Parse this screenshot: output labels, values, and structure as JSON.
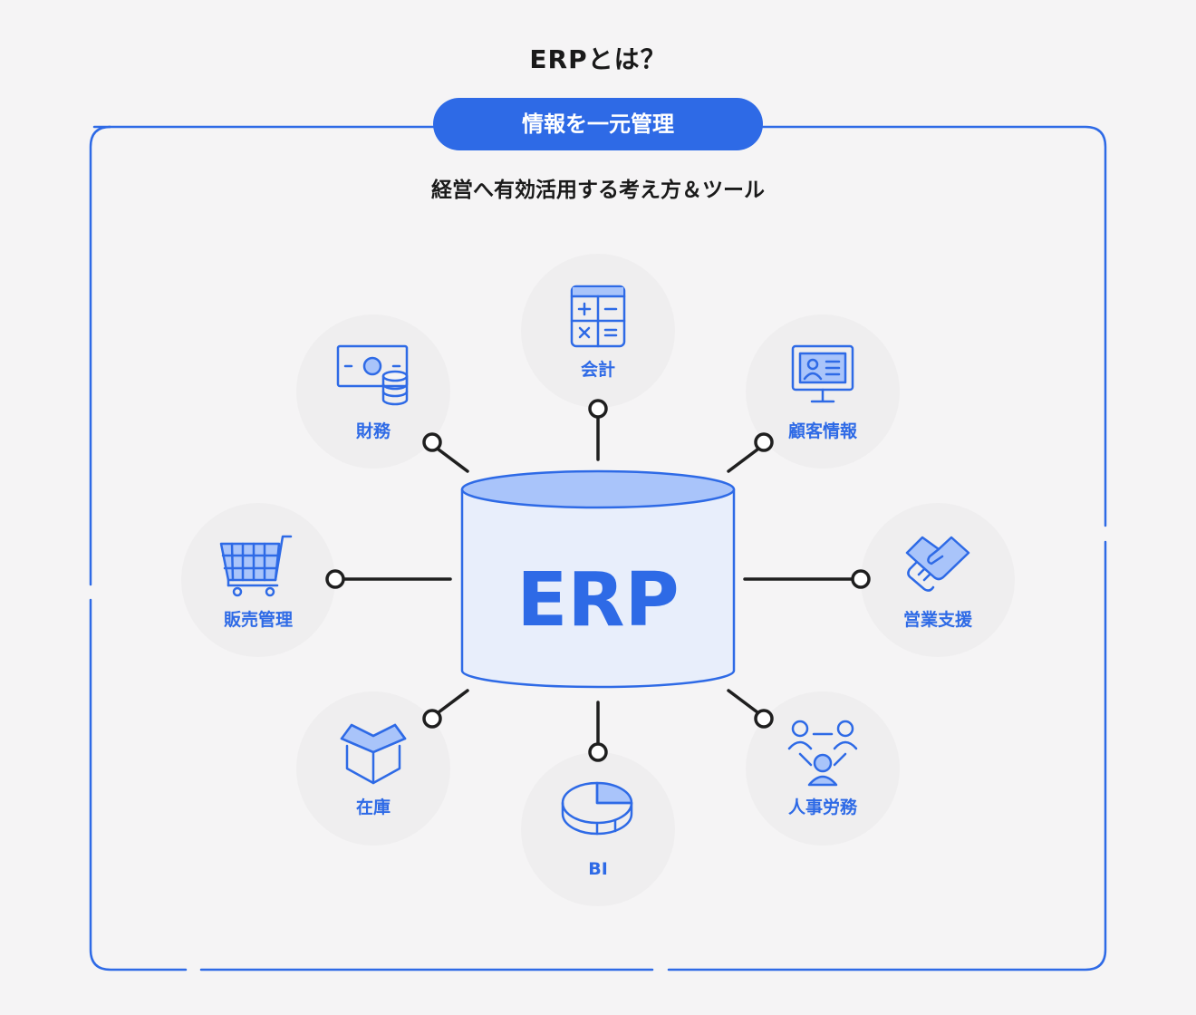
{
  "title": "ERPとは？",
  "badge": "情報を一元管理",
  "subtitle": "経営へ有効活用する考え方＆ツール",
  "center": {
    "label": "ERP"
  },
  "colors": {
    "accent": "#2e6ae6",
    "accent_light": "#a9c4fa",
    "cylinder_fill": "#e8eefb",
    "circle_bg": "#efeeef",
    "connector": "#1f1f1f"
  },
  "nodes": [
    {
      "id": "kaikei",
      "label": "会計",
      "icon": "calculator-icon"
    },
    {
      "id": "zaimu",
      "label": "財務",
      "icon": "money-coins-icon"
    },
    {
      "id": "kokyaku",
      "label": "顧客情報",
      "icon": "monitor-profile-icon"
    },
    {
      "id": "hanbai",
      "label": "販売管理",
      "icon": "shopping-cart-icon"
    },
    {
      "id": "eigyo",
      "label": "営業支援",
      "icon": "handshake-icon"
    },
    {
      "id": "zaiko",
      "label": "在庫",
      "icon": "box-icon"
    },
    {
      "id": "jinji",
      "label": "人事労務",
      "icon": "people-network-icon"
    },
    {
      "id": "bi",
      "label": "BI",
      "icon": "pie-chart-icon"
    }
  ]
}
